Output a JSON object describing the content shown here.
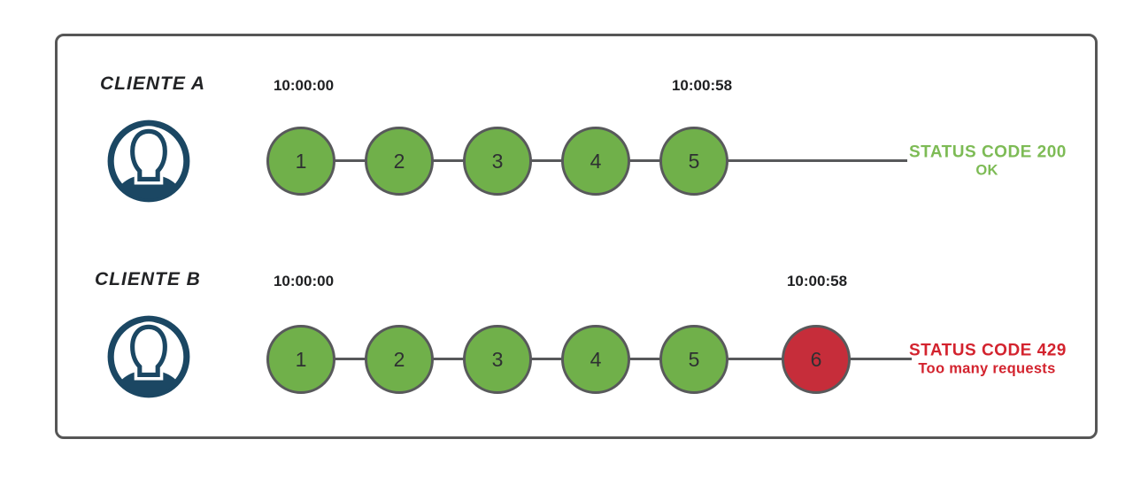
{
  "diagram": {
    "rows": [
      {
        "client": "CLIENTE A",
        "start_time": "10:00:00",
        "end_time": "10:00:58",
        "requests": [
          {
            "n": "1",
            "state": "ok"
          },
          {
            "n": "2",
            "state": "ok"
          },
          {
            "n": "3",
            "state": "ok"
          },
          {
            "n": "4",
            "state": "ok"
          },
          {
            "n": "5",
            "state": "ok"
          }
        ],
        "status_line1": "STATUS CODE 200",
        "status_line2": "OK",
        "status_state": "ok"
      },
      {
        "client": "CLIENTE B",
        "start_time": "10:00:00",
        "end_time": "10:00:58",
        "requests": [
          {
            "n": "1",
            "state": "ok"
          },
          {
            "n": "2",
            "state": "ok"
          },
          {
            "n": "3",
            "state": "ok"
          },
          {
            "n": "4",
            "state": "ok"
          },
          {
            "n": "5",
            "state": "ok"
          },
          {
            "n": "6",
            "state": "blocked"
          }
        ],
        "status_line1": "STATUS CODE 429",
        "status_line2": "Too many requests",
        "status_state": "blocked"
      }
    ],
    "colors": {
      "ok": "#70b04a",
      "blocked": "#c62d3a",
      "ok_text": "#7dbb55",
      "blocked_text": "#d3232e",
      "line": "#58595b",
      "avatar": "#1b4763"
    }
  }
}
